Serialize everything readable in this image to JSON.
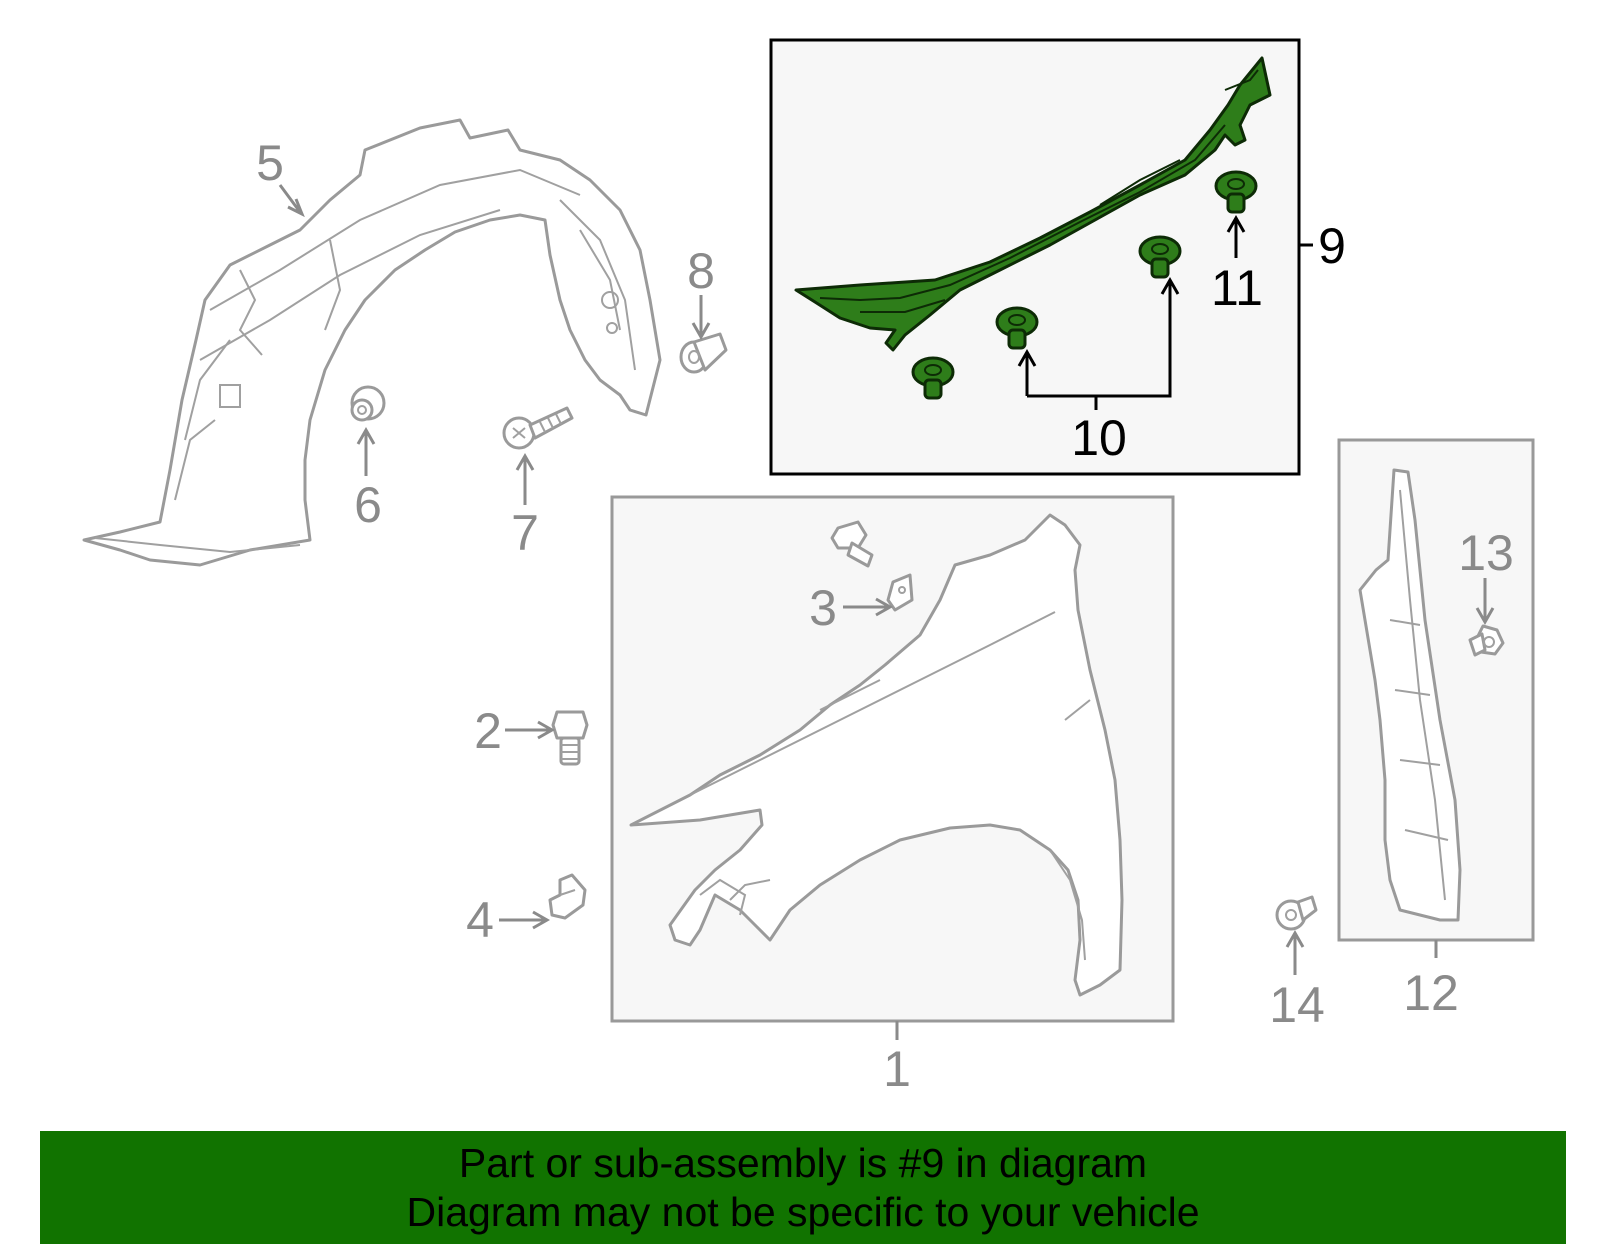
{
  "callouts": {
    "c1": "1",
    "c2": "2",
    "c3": "3",
    "c4": "4",
    "c5": "5",
    "c6": "6",
    "c7": "7",
    "c8": "8",
    "c9": "9",
    "c10": "10",
    "c11": "11",
    "c12": "12",
    "c13": "13",
    "c14": "14"
  },
  "banner": {
    "line1": "Part or sub-assembly is #9 in diagram",
    "line2": "Diagram may not be specific to your vehicle"
  },
  "colors": {
    "highlight_part": "#2e7d1a",
    "banner_background": "#117300",
    "callout_text": "#8a8a8a",
    "box_background": "#f7f7f7"
  }
}
